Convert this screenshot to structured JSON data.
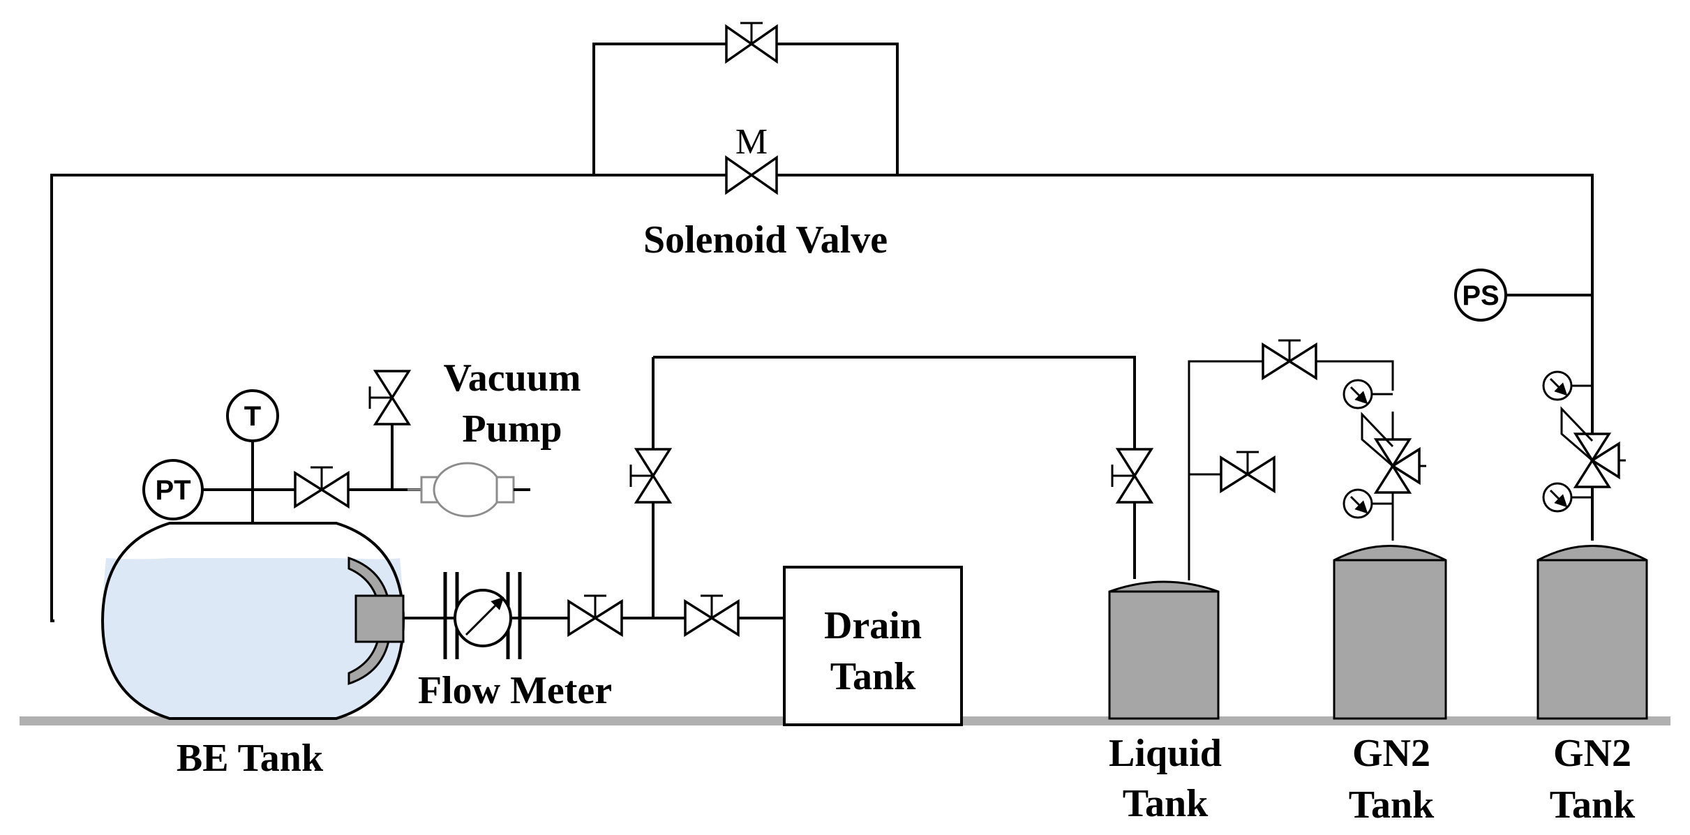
{
  "labels": {
    "solenoid_valve": "Solenoid Valve",
    "motor_mark": "M",
    "vacuum_pump_line1": "Vacuum",
    "vacuum_pump_line2": "Pump",
    "flow_meter": "Flow Meter",
    "be_tank": "BE Tank",
    "drain_tank_line1": "Drain",
    "drain_tank_line2": "Tank",
    "liquid_tank_line1": "Liquid",
    "liquid_tank_line2": "Tank",
    "gn2_tank_a_line1": "GN2",
    "gn2_tank_a_line2": "Tank",
    "gn2_tank_b_line1": "GN2",
    "gn2_tank_b_line2": "Tank"
  },
  "instruments": {
    "temperature": "T",
    "pressure_transmitter": "PT",
    "pressure_switch": "PS"
  },
  "colors": {
    "line": "#000000",
    "be_tank_liquid": "#dce8f5",
    "gas_tank_fill": "#a6a6a6",
    "ground": "#b0b0b0",
    "pump_outline": "#8c8c8c"
  }
}
